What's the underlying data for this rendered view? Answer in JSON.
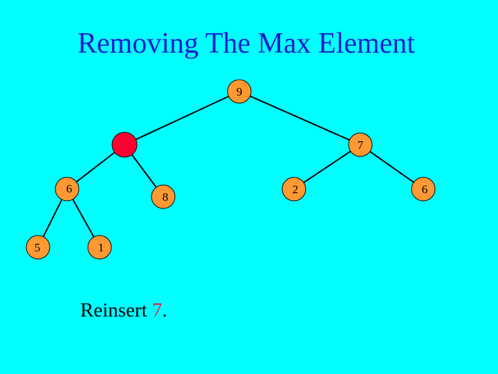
{
  "slide": {
    "title": "Removing The Max Element",
    "caption_prefix": "Reinsert ",
    "caption_value": "7",
    "caption_suffix": "."
  },
  "colors": {
    "background": "#00FFFF",
    "title": "#1C1CD0",
    "node_fill": "#FF9933",
    "empty_node_fill": "#FF0033",
    "highlight": "#E0204A"
  },
  "tree": {
    "nodes": [
      {
        "id": "root",
        "label": "9",
        "empty": false
      },
      {
        "id": "left",
        "label": "",
        "empty": true
      },
      {
        "id": "right",
        "label": "7",
        "empty": false
      },
      {
        "id": "left-left",
        "label": "6",
        "empty": false
      },
      {
        "id": "left-right",
        "label": "8",
        "empty": false
      },
      {
        "id": "right-left",
        "label": "2",
        "empty": false
      },
      {
        "id": "right-right",
        "label": "6",
        "empty": false
      },
      {
        "id": "left-left-left",
        "label": "5",
        "empty": false
      },
      {
        "id": "left-left-right",
        "label": "1",
        "empty": false
      }
    ],
    "edges": [
      [
        "root",
        "left"
      ],
      [
        "root",
        "right"
      ],
      [
        "left",
        "left-left"
      ],
      [
        "left",
        "left-right"
      ],
      [
        "right",
        "right-left"
      ],
      [
        "right",
        "right-right"
      ],
      [
        "left-left",
        "left-left-left"
      ],
      [
        "left-left",
        "left-left-right"
      ]
    ]
  }
}
